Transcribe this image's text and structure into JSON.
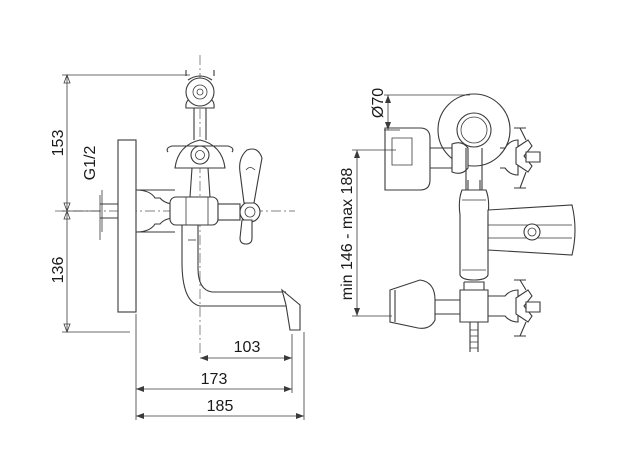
{
  "dimensions": {
    "height_upper": "153",
    "height_lower": "136",
    "thread": "G1/2",
    "spout_103": "103",
    "spout_173": "173",
    "spout_185": "185",
    "rose_diameter": "Ø70",
    "centres_range": "min 146 - max 188"
  }
}
